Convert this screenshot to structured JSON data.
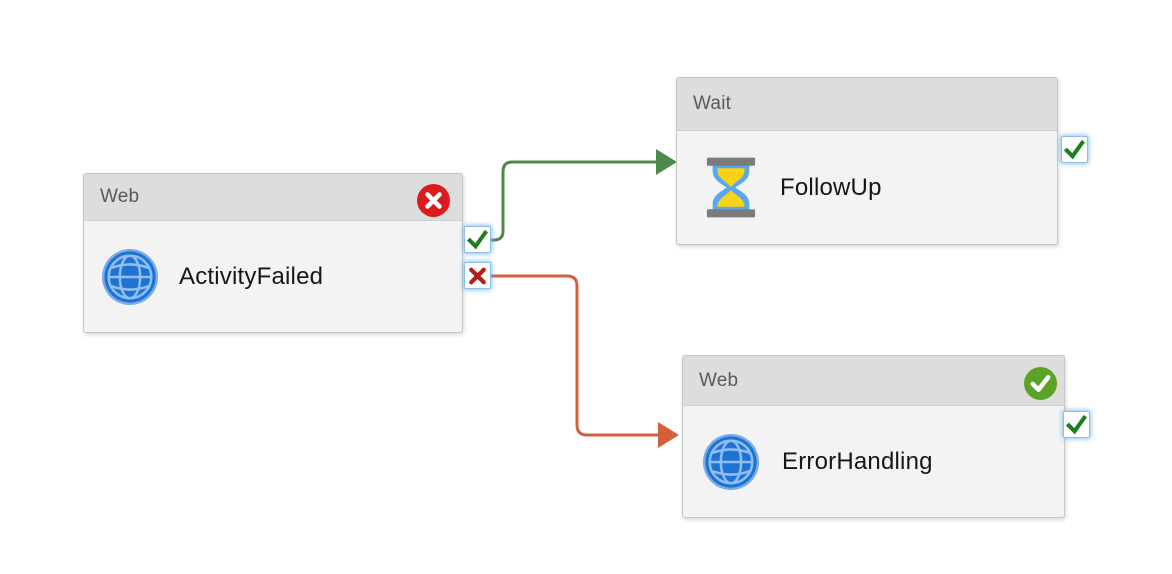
{
  "nodes": {
    "activity_failed": {
      "header": "Web",
      "name": "ActivityFailed",
      "icon": "web-globe",
      "status": "failed"
    },
    "follow_up": {
      "header": "Wait",
      "name": "FollowUp",
      "icon": "wait-hourglass",
      "status": "none"
    },
    "error_handling": {
      "header": "Web",
      "name": "ErrorHandling",
      "icon": "web-globe",
      "status": "succeeded"
    }
  },
  "ports": {
    "activity_failed_success": "success-output",
    "activity_failed_failure": "failure-output",
    "follow_up_success": "success-output",
    "error_handling_success": "success-output"
  },
  "edges": [
    {
      "from": "ActivityFailed",
      "condition": "on-success",
      "to": "FollowUp",
      "color": "#4C8A4C"
    },
    {
      "from": "ActivityFailed",
      "condition": "on-failure",
      "to": "ErrorHandling",
      "color": "#D2603C"
    }
  ],
  "colors": {
    "canvas_bg": "#FFFFFF",
    "node_header_bg": "#DDDDDD",
    "node_body_bg": "#F3F3F3",
    "node_border": "#C6C6C6",
    "header_text": "#595959",
    "name_text": "#161616",
    "edge_success": "#4C8A4C",
    "edge_failure": "#D2603C",
    "port_check_green": "#1E7D1E",
    "port_x_red": "#B01E1E",
    "badge_error": "#DC1C1C",
    "badge_success": "#5BA326",
    "globe_blue": "#1E73D2",
    "globe_lines": "#8FBDF0",
    "hourglass_glass": "#55A9EC",
    "hourglass_sand": "#F8D215",
    "hourglass_caps": "#7B7B7B"
  }
}
